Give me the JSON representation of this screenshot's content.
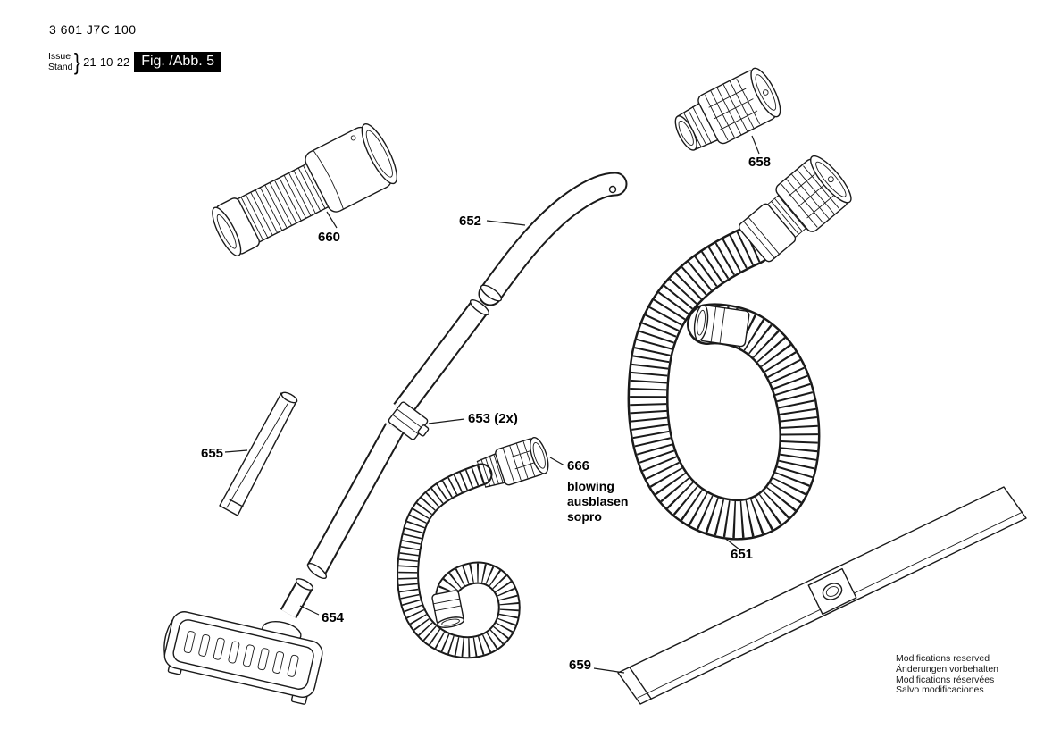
{
  "header": {
    "part_number": "3 601 J7C 100",
    "issue_label": "Issue",
    "stand_label": "Stand",
    "brace": "}",
    "date": "21-10-22",
    "figure_label": "Fig. /Abb. 5"
  },
  "callouts": [
    {
      "id": "660",
      "label": "660"
    },
    {
      "id": "658",
      "label": "658"
    },
    {
      "id": "652",
      "label": "652"
    },
    {
      "id": "653",
      "label": "653 (2x)"
    },
    {
      "id": "655",
      "label": "655"
    },
    {
      "id": "654",
      "label": "654"
    },
    {
      "id": "666",
      "label": "666",
      "sublabels": [
        "blowing",
        "ausblasen",
        "sopro"
      ]
    },
    {
      "id": "651",
      "label": "651"
    },
    {
      "id": "659",
      "label": "659"
    }
  ],
  "footer": {
    "lines": [
      "Modifications reserved",
      "Änderungen vorbehalten",
      "Modifications réservées",
      "Salvo modificaciones"
    ]
  },
  "colors": {
    "line": "#1a1a1a",
    "background": "#ffffff",
    "figure_box_bg": "#000000",
    "figure_box_text": "#ffffff"
  }
}
